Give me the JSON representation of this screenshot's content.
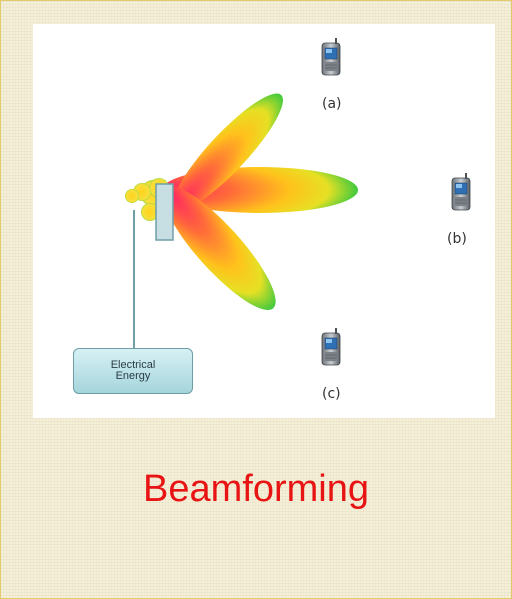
{
  "figure": {
    "energy_label_line1": "Electrical",
    "energy_label_line2": "Energy",
    "phones": [
      {
        "label": "(a)"
      },
      {
        "label": "(b)"
      },
      {
        "label": "(c)"
      }
    ]
  },
  "caption": "Beamforming",
  "colors": {
    "caption": "#e81313",
    "beam_center": "#ff1a6a",
    "beam_mid": "#ffb000",
    "beam_edge": "#3ec93e",
    "energy_box": "#bfe5ea"
  },
  "icons": [
    "mobile-phone-icon",
    "antenna-icon"
  ]
}
